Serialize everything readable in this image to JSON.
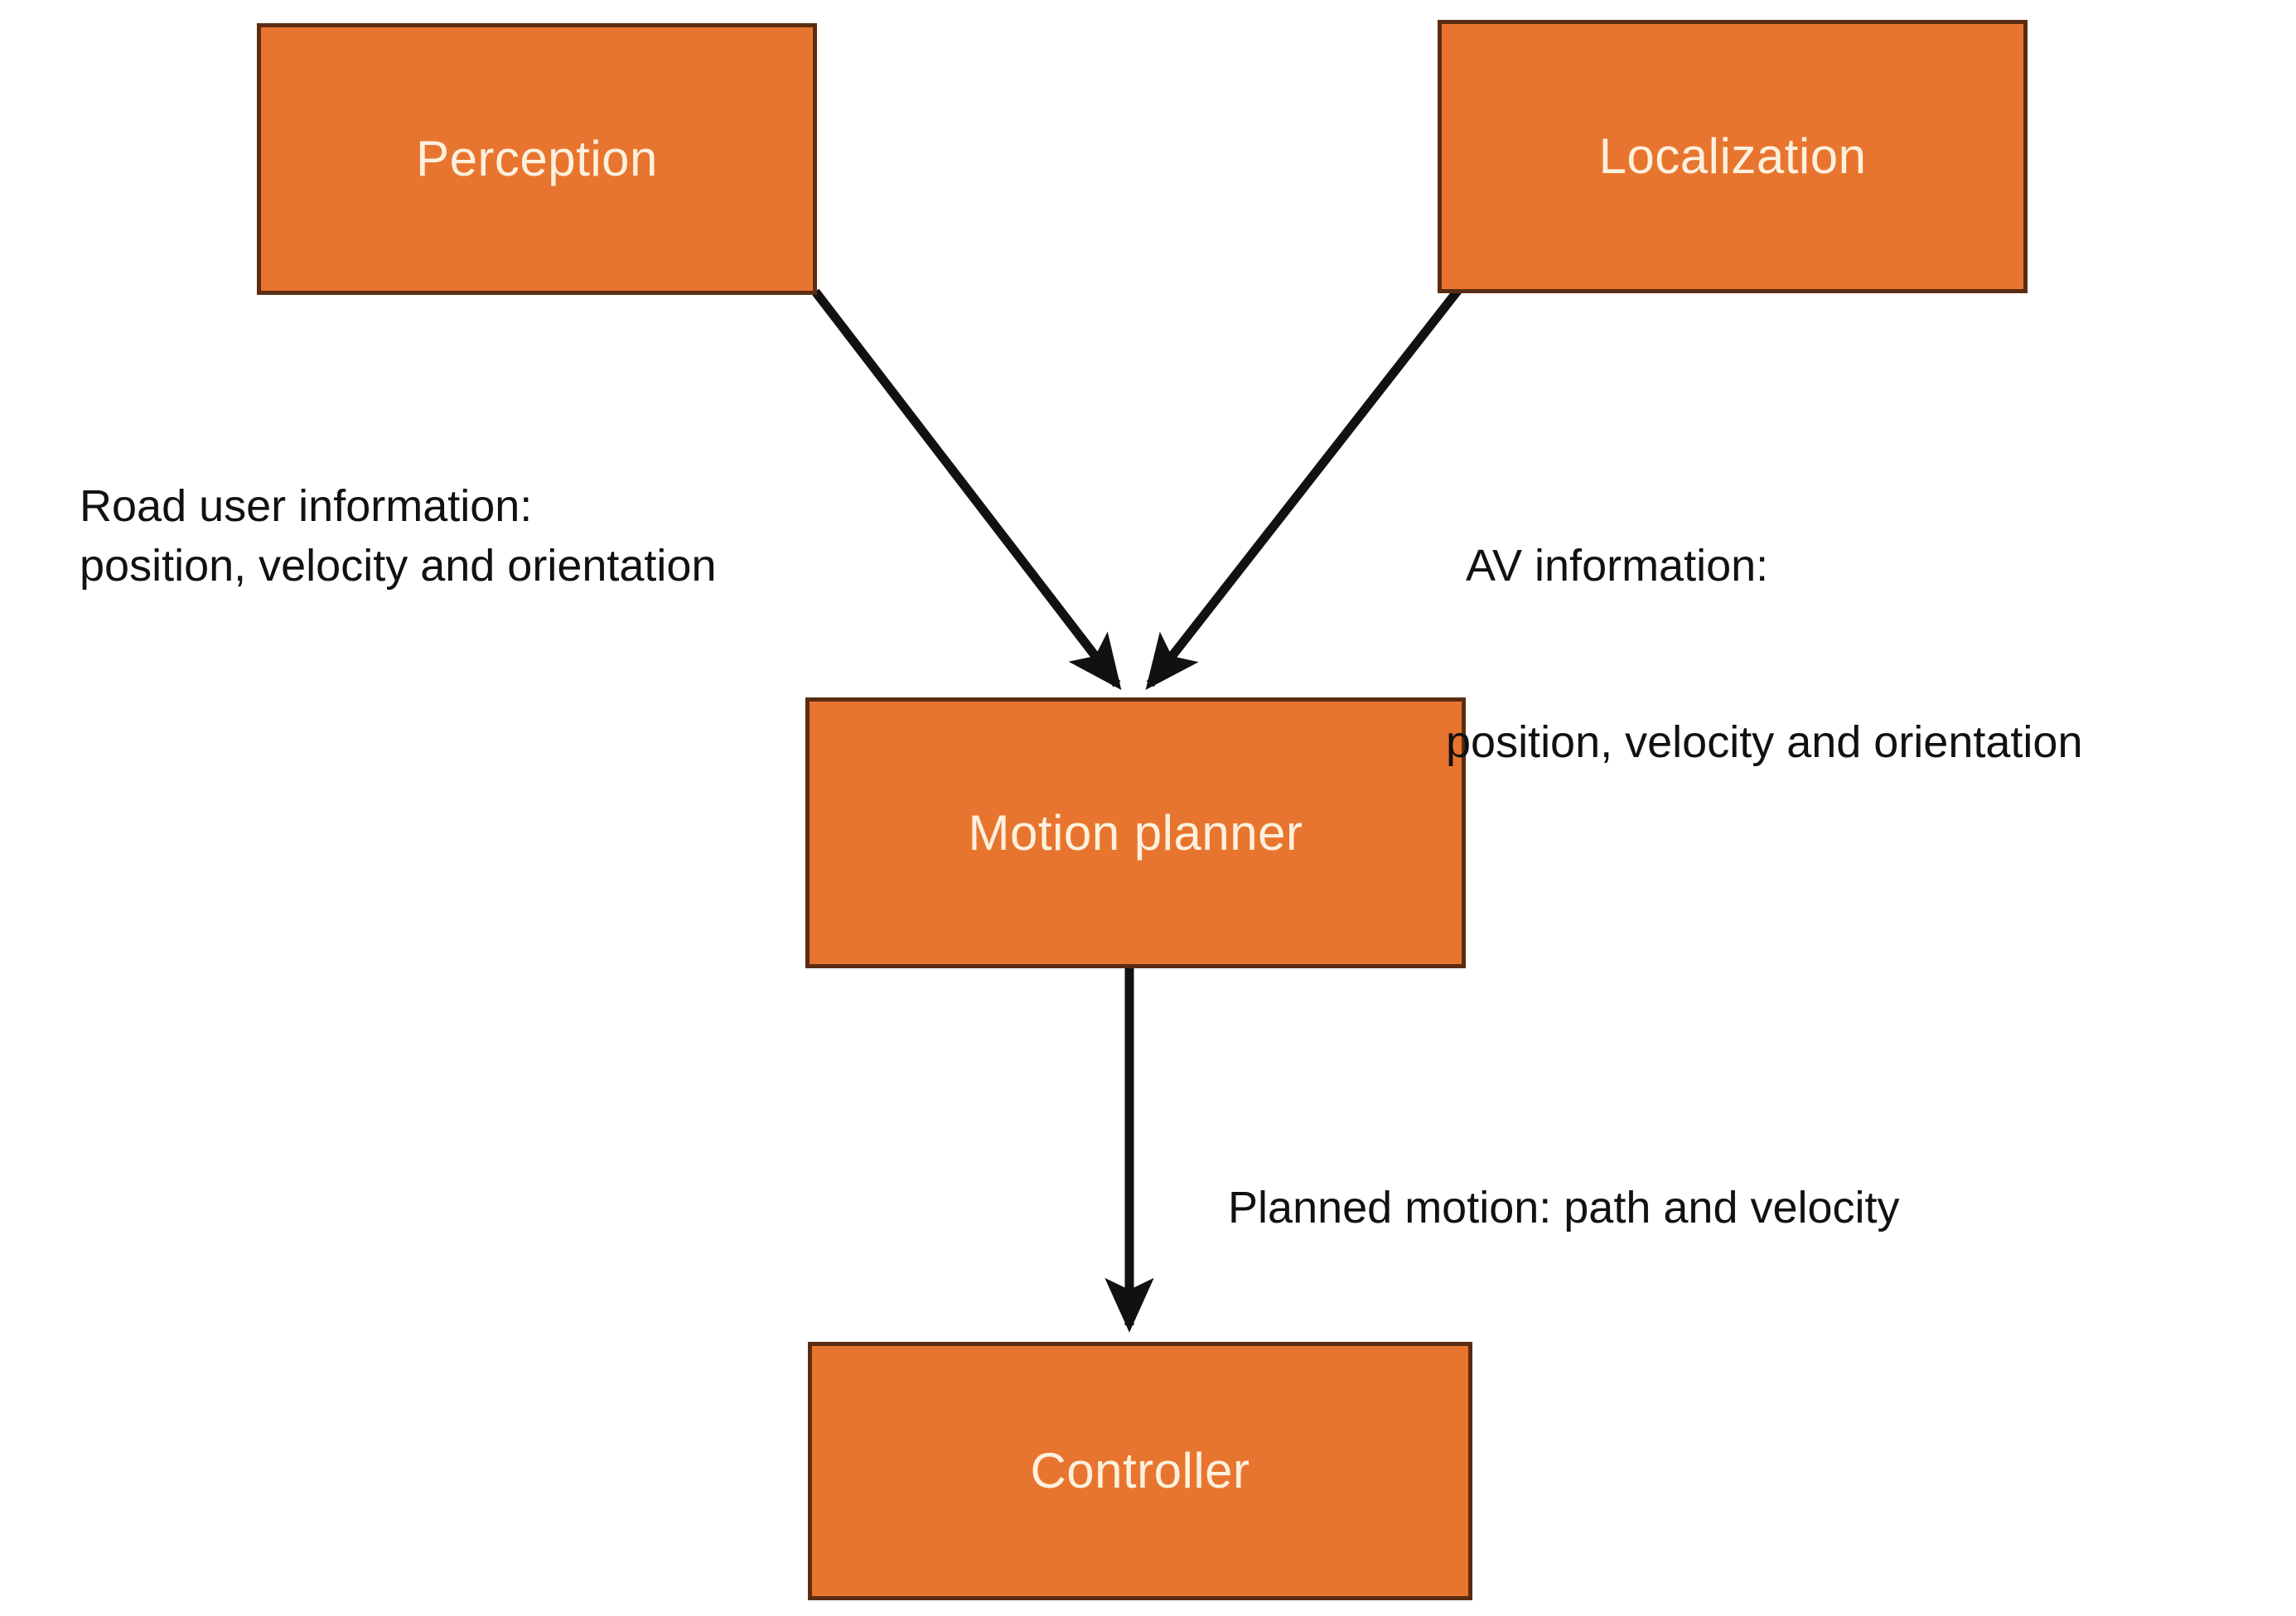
{
  "diagram": {
    "title": "Autonomous vehicle motion planning pipeline",
    "background_color": "#ffffff",
    "node_fill_color": "#e8752f",
    "node_border_color": "#5a2d12",
    "node_text_color": "#fdf1de",
    "edge_color": "#111111",
    "edge_label_color": "#111111"
  },
  "nodes": {
    "perception": {
      "label": "Perception"
    },
    "localization": {
      "label": "Localization"
    },
    "motion_planner": {
      "label": "Motion planner"
    },
    "controller": {
      "label": "Controller"
    }
  },
  "edges": {
    "perception_to_planner": {
      "label_line_1": "Road user information:",
      "label_line_2": "position, velocity and orientation"
    },
    "localization_to_planner": {
      "label_line_1": "AV information:",
      "label_line_2": "position, velocity and orientation"
    },
    "planner_to_controller": {
      "label": "Planned motion: path and velocity"
    }
  }
}
